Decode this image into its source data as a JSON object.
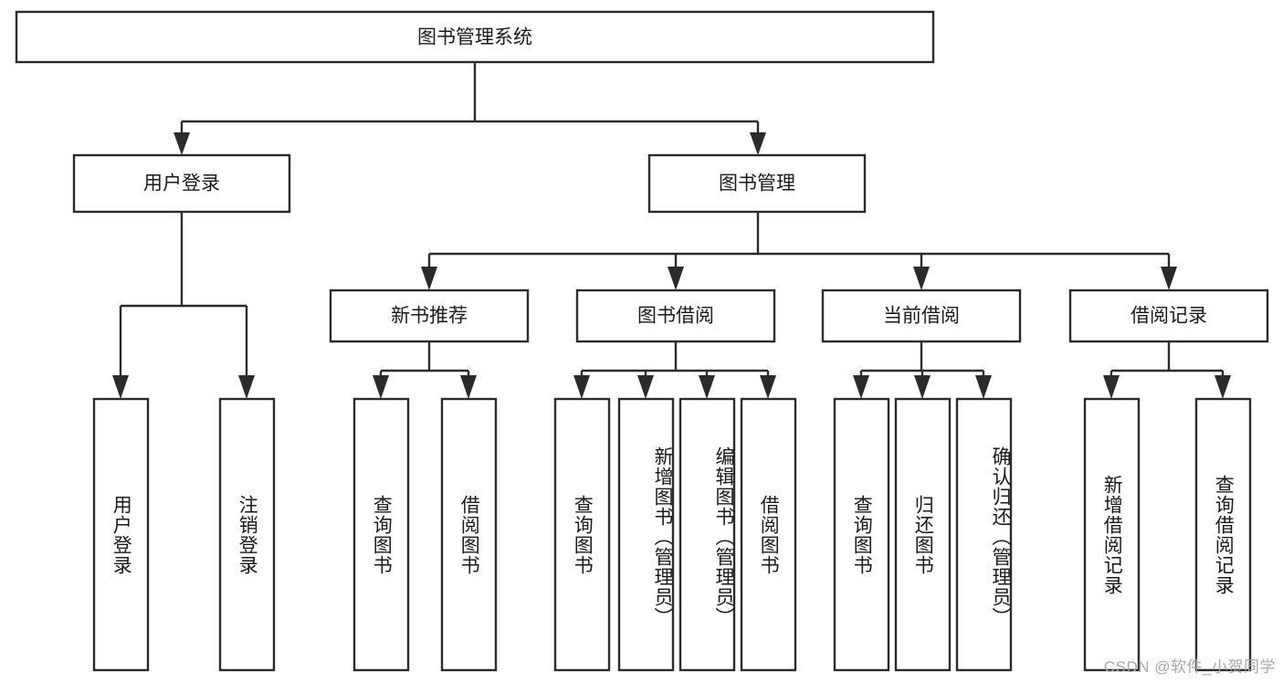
{
  "diagram": {
    "title": "图书管理系统",
    "type": "tree-hierarchy",
    "watermark": "CSDN @软件_小贺同学",
    "colors": {
      "stroke": "#2b2b2b",
      "fill": "#ffffff",
      "text": "#1a1a1a",
      "watermark": "#a8a8a8",
      "background": "#ffffff"
    },
    "root": {
      "label": "图书管理系统"
    },
    "level2": [
      {
        "label": "用户登录"
      },
      {
        "label": "图书管理"
      }
    ],
    "level3": [
      {
        "label": "新书推荐"
      },
      {
        "label": "图书借阅"
      },
      {
        "label": "当前借阅"
      },
      {
        "label": "借阅记录"
      }
    ],
    "leaves": {
      "user_login": [
        {
          "label": "用户登录"
        },
        {
          "label": "注销登录"
        }
      ],
      "new_book_recommend": [
        {
          "label": "查询图书"
        },
        {
          "label": "借阅图书"
        }
      ],
      "book_borrow": [
        {
          "label": "查询图书"
        },
        {
          "label": "新增图书（管理员）"
        },
        {
          "label": "编辑图书（管理员）"
        },
        {
          "label": "借阅图书"
        }
      ],
      "current_borrow": [
        {
          "label": "查询图书"
        },
        {
          "label": "归还图书"
        },
        {
          "label": "确认归还（管理员）"
        }
      ],
      "borrow_record": [
        {
          "label": "新增借阅记录"
        },
        {
          "label": "查询借阅记录"
        }
      ]
    }
  }
}
